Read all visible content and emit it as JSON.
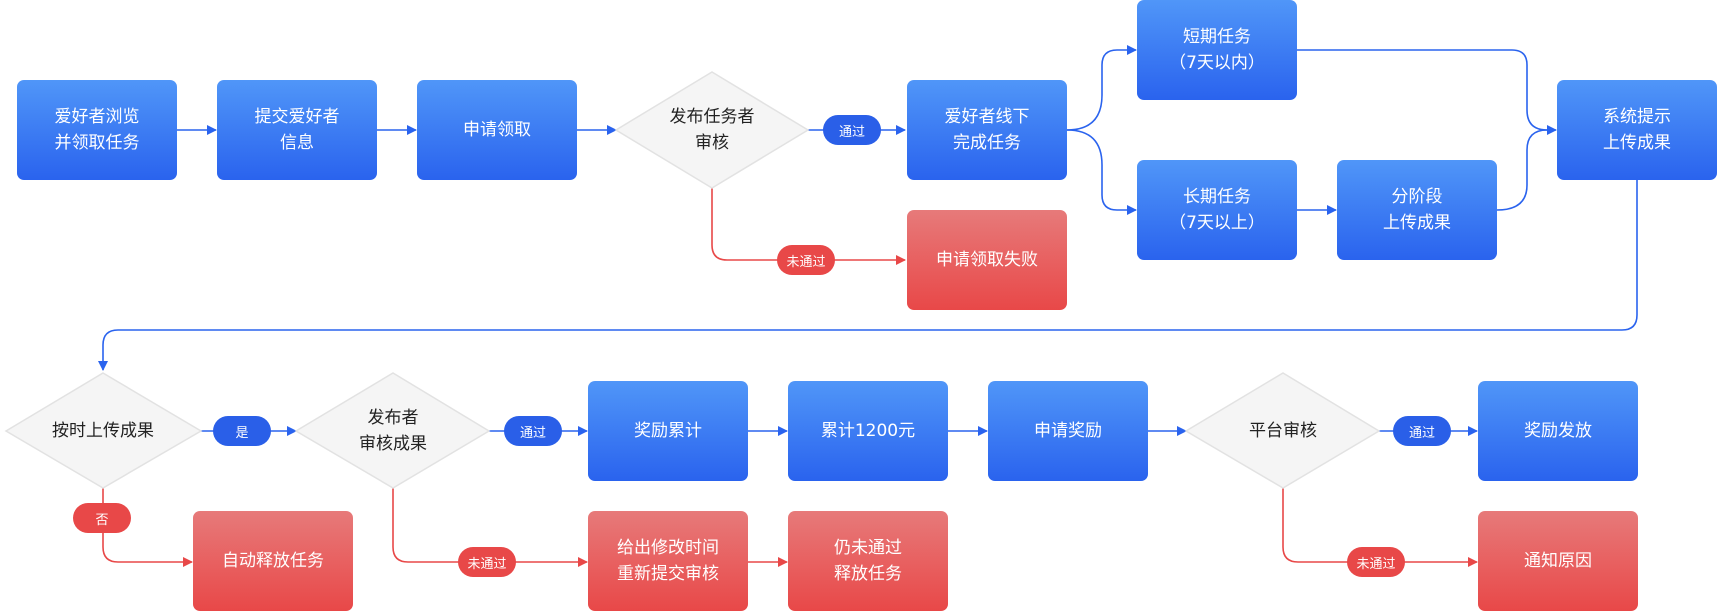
{
  "colors": {
    "blue": "#2a63ee",
    "red": "#e84848",
    "diamond_fill": "#f5f5f5"
  },
  "nodes": {
    "browse": {
      "label": "爱好者浏览\n并领取任务"
    },
    "submit_info": {
      "label": "提交爱好者\n信息"
    },
    "apply": {
      "label": "申请领取"
    },
    "pub_review": {
      "label": "发布任务者\n审核"
    },
    "offline": {
      "label": "爱好者线下\n完成任务"
    },
    "apply_fail": {
      "label": "申请领取失败"
    },
    "short_task": {
      "label": "短期任务\n（7天以内）"
    },
    "long_task": {
      "label": "长期任务\n（7天以上）"
    },
    "staged_upload": {
      "label": "分阶段\n上传成果"
    },
    "sys_prompt": {
      "label": "系统提示\n上传成果"
    },
    "ontime": {
      "label": "按时上传成果"
    },
    "auto_release": {
      "label": "自动释放任务"
    },
    "pub_review2": {
      "label": "发布者\n审核成果"
    },
    "reward_acc": {
      "label": "奖励累计"
    },
    "acc_1200": {
      "label": "累计1200元"
    },
    "apply_reward": {
      "label": "申请奖励"
    },
    "platform": {
      "label": "平台审核"
    },
    "reward_issue": {
      "label": "奖励发放"
    },
    "give_time": {
      "label": "给出修改时间\n重新提交审核"
    },
    "still_fail": {
      "label": "仍未通过\n释放任务"
    },
    "notify": {
      "label": "通知原因"
    }
  },
  "edge_labels": {
    "pass1": "通过",
    "fail1": "未通过",
    "yes": "是",
    "no": "否",
    "pass2": "通过",
    "fail2": "未通过",
    "pass3": "通过",
    "fail3": "未通过"
  }
}
